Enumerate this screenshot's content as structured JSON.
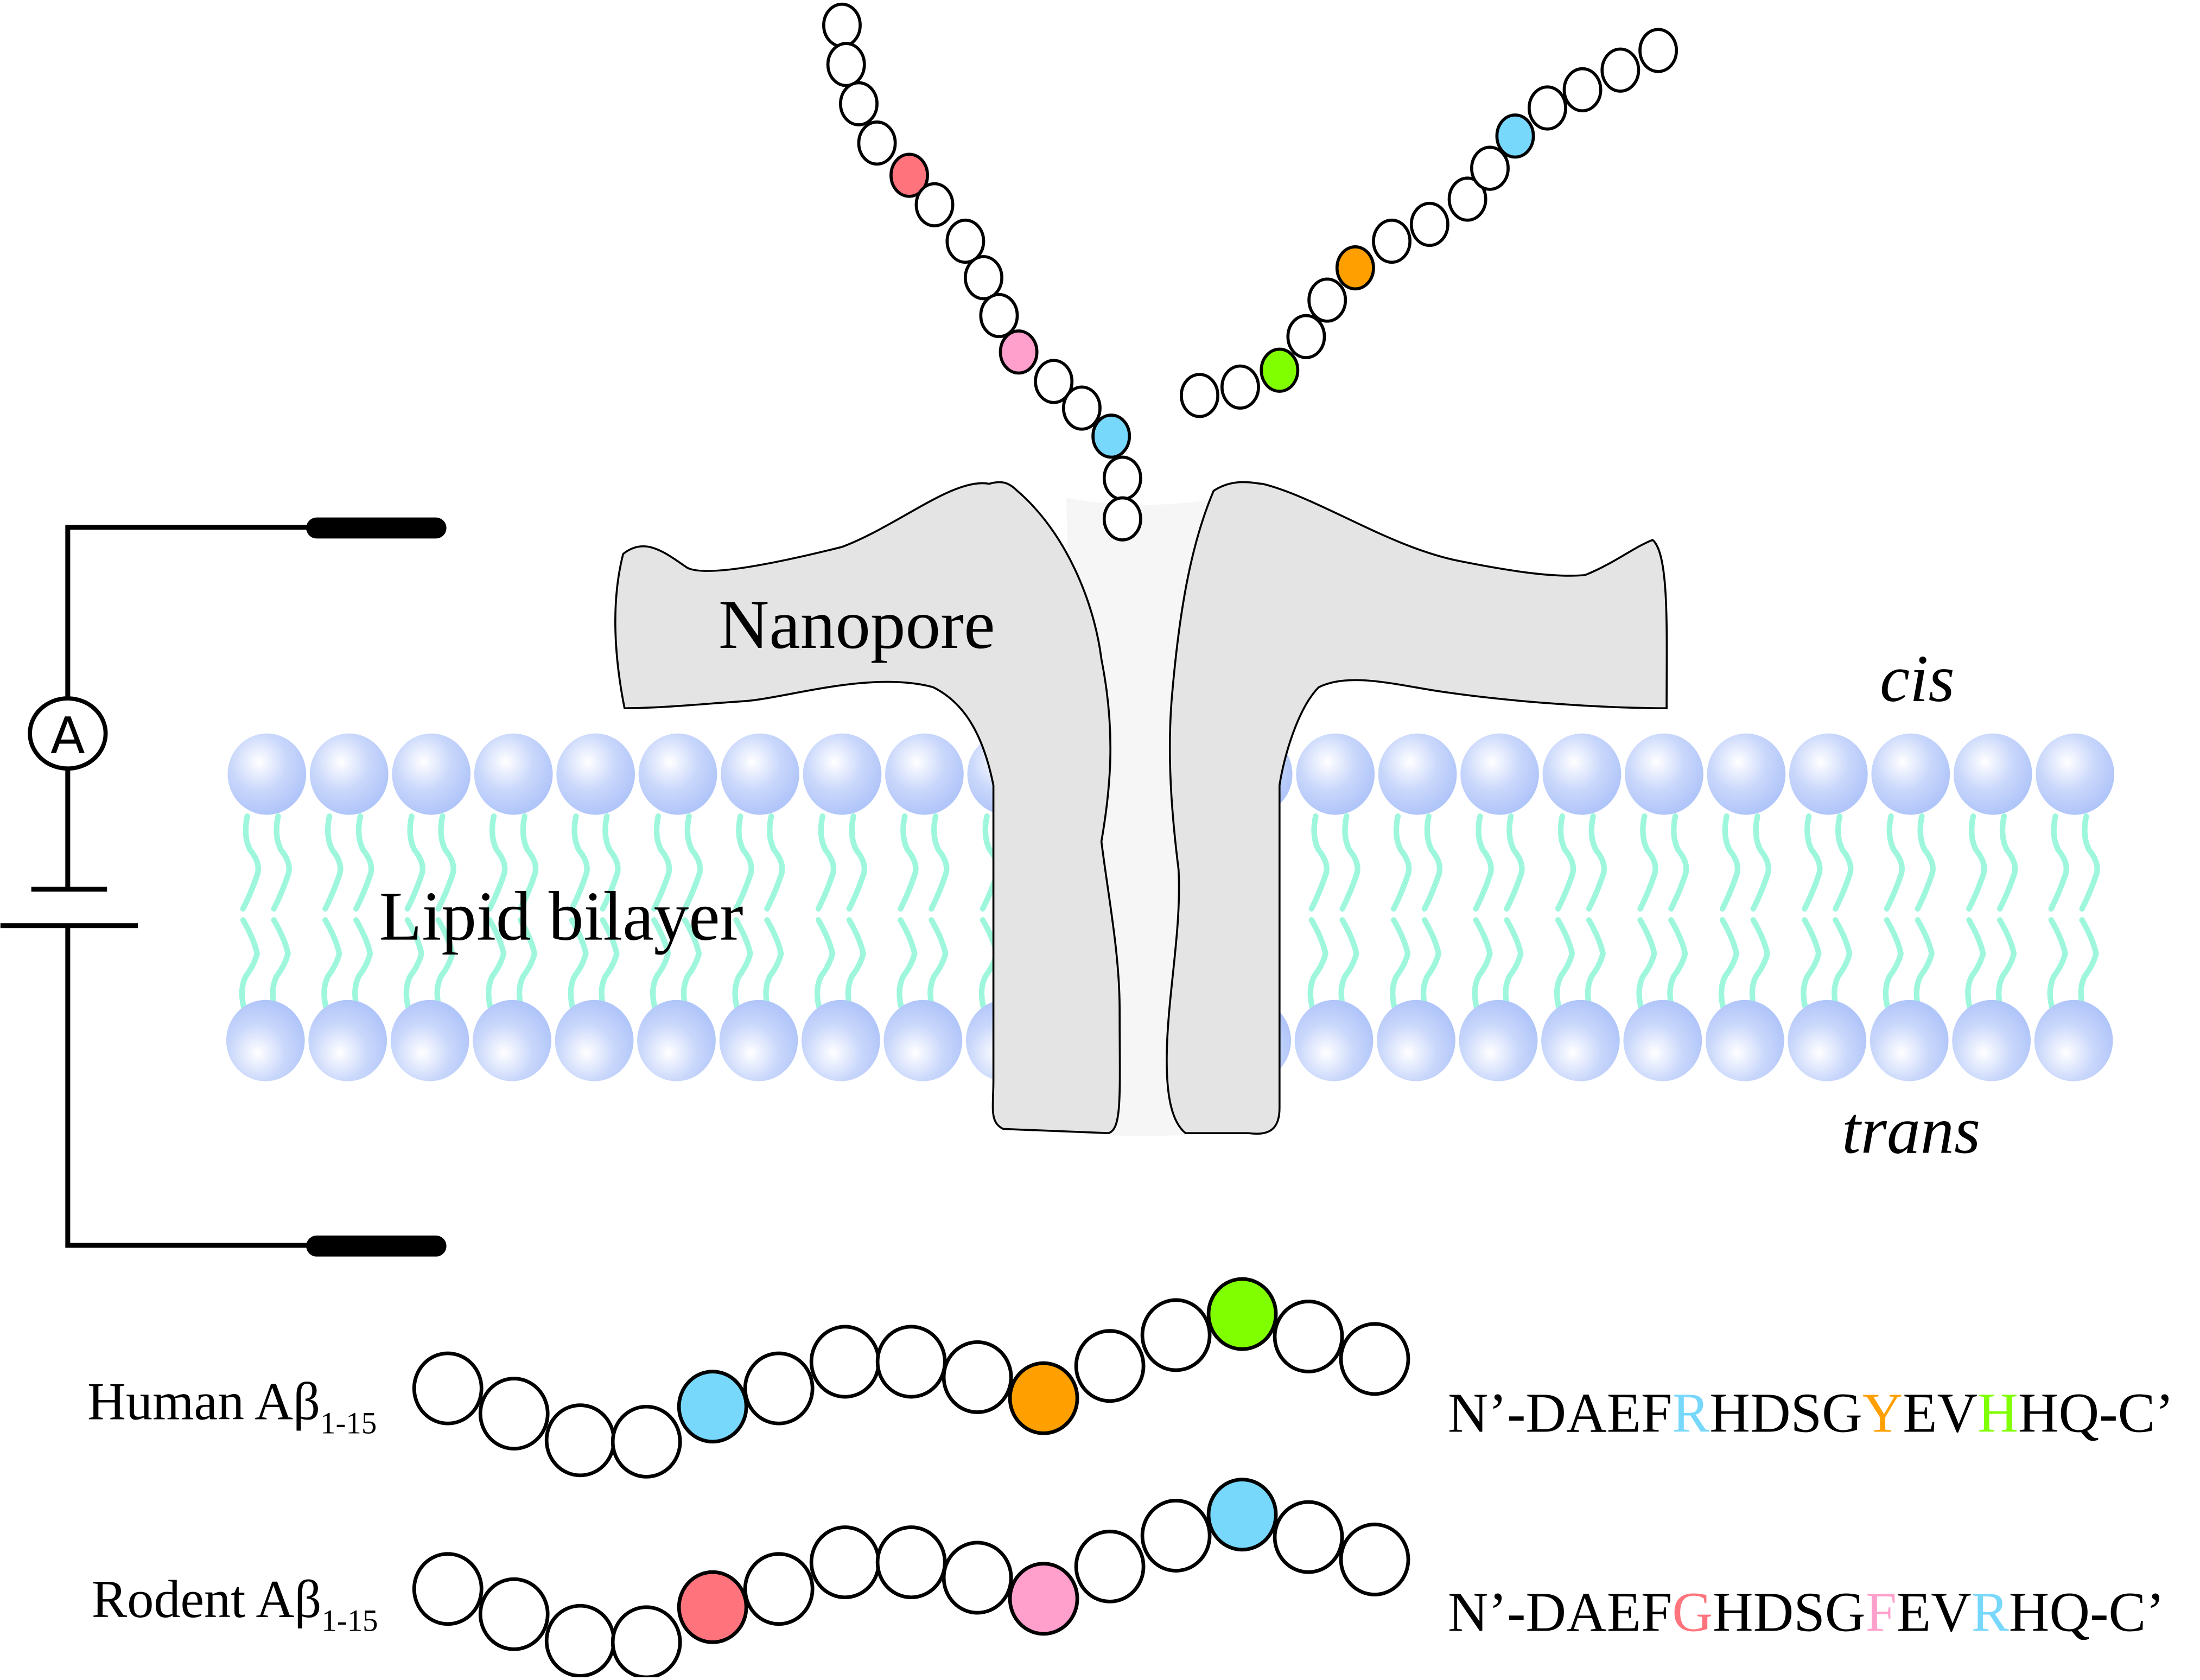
{
  "figure": {
    "labels": {
      "nanopore": "Nanopore",
      "lipid_bilayer": "Lipid bilayer",
      "cis": "cis",
      "trans": "trans",
      "ammeter": "A"
    },
    "colors": {
      "blue_residue": "#77d8fc",
      "orange_residue": "#ffa000",
      "green_residue": "#80ff00",
      "red_residue": "#ff737c",
      "pink_residue": "#ffa0cc",
      "plain_residue": "#ffffff",
      "lipid_head": "#b4c8fa",
      "lipid_tail": "#9ef7dc",
      "nanopore_fill": "#e4e4e4"
    },
    "peptides": [
      {
        "name_main": "Human Aβ",
        "name_sub": "1-15",
        "seq_prefix": "N’-",
        "seq_suffix": "-C’",
        "residues": [
          {
            "aa": "D",
            "highlight": null
          },
          {
            "aa": "A",
            "highlight": null
          },
          {
            "aa": "E",
            "highlight": null
          },
          {
            "aa": "F",
            "highlight": null
          },
          {
            "aa": "R",
            "highlight": "blue"
          },
          {
            "aa": "H",
            "highlight": null
          },
          {
            "aa": "D",
            "highlight": null
          },
          {
            "aa": "S",
            "highlight": null
          },
          {
            "aa": "G",
            "highlight": null
          },
          {
            "aa": "Y",
            "highlight": "orange"
          },
          {
            "aa": "E",
            "highlight": null
          },
          {
            "aa": "V",
            "highlight": null
          },
          {
            "aa": "H",
            "highlight": "green"
          },
          {
            "aa": "H",
            "highlight": null
          },
          {
            "aa": "Q",
            "highlight": null
          }
        ]
      },
      {
        "name_main": "Rodent Aβ",
        "name_sub": "1-15",
        "seq_prefix": "N’-",
        "seq_suffix": "-C’",
        "residues": [
          {
            "aa": "D",
            "highlight": null
          },
          {
            "aa": "A",
            "highlight": null
          },
          {
            "aa": "E",
            "highlight": null
          },
          {
            "aa": "F",
            "highlight": null
          },
          {
            "aa": "G",
            "highlight": "red"
          },
          {
            "aa": "H",
            "highlight": null
          },
          {
            "aa": "D",
            "highlight": null
          },
          {
            "aa": "S",
            "highlight": null
          },
          {
            "aa": "G",
            "highlight": null
          },
          {
            "aa": "F",
            "highlight": "pink"
          },
          {
            "aa": "E",
            "highlight": null
          },
          {
            "aa": "V",
            "highlight": null
          },
          {
            "aa": "R",
            "highlight": "blue"
          },
          {
            "aa": "H",
            "highlight": null
          },
          {
            "aa": "Q",
            "highlight": null
          }
        ]
      }
    ],
    "translocating_chains": [
      {
        "name": "left-chain",
        "highlights": [
          "plain",
          "plain",
          "plain",
          "plain",
          "red",
          "plain",
          "plain",
          "plain",
          "plain",
          "pink",
          "plain",
          "plain",
          "blue",
          "plain",
          "plain"
        ]
      },
      {
        "name": "right-chain",
        "highlights": [
          "plain",
          "plain",
          "green",
          "plain",
          "plain",
          "orange",
          "plain",
          "plain",
          "plain",
          "plain",
          "blue",
          "plain",
          "plain",
          "plain",
          "plain"
        ]
      }
    ]
  }
}
